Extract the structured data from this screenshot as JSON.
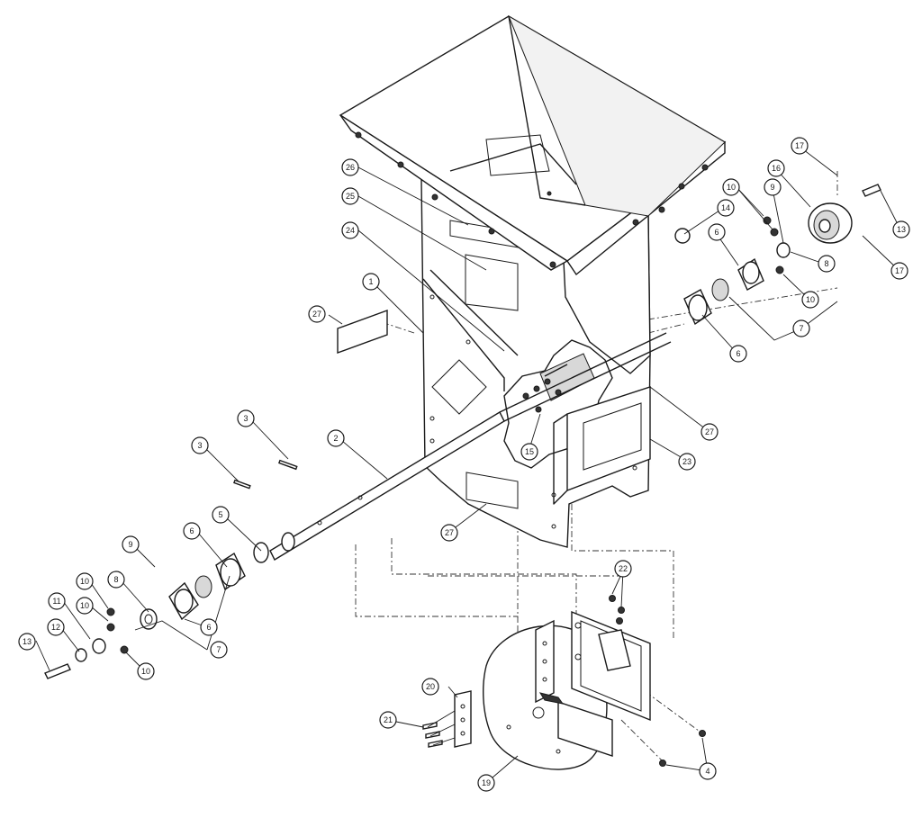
{
  "callouts": [
    {
      "id": "c-1",
      "label": "1"
    },
    {
      "id": "c-2",
      "label": "2"
    },
    {
      "id": "c-3a",
      "label": "3"
    },
    {
      "id": "c-3b",
      "label": "3"
    },
    {
      "id": "c-4",
      "label": "4"
    },
    {
      "id": "c-5",
      "label": "5"
    },
    {
      "id": "c-6a",
      "label": "6"
    },
    {
      "id": "c-6b",
      "label": "6"
    },
    {
      "id": "c-6c",
      "label": "6"
    },
    {
      "id": "c-6d",
      "label": "6"
    },
    {
      "id": "c-7a",
      "label": "7"
    },
    {
      "id": "c-7b",
      "label": "7"
    },
    {
      "id": "c-8a",
      "label": "8"
    },
    {
      "id": "c-8b",
      "label": "8"
    },
    {
      "id": "c-9a",
      "label": "9"
    },
    {
      "id": "c-9b",
      "label": "9"
    },
    {
      "id": "c-10a",
      "label": "10"
    },
    {
      "id": "c-10b",
      "label": "10"
    },
    {
      "id": "c-10c",
      "label": "10"
    },
    {
      "id": "c-10d",
      "label": "10"
    },
    {
      "id": "c-10e",
      "label": "10"
    },
    {
      "id": "c-11",
      "label": "11"
    },
    {
      "id": "c-12",
      "label": "12"
    },
    {
      "id": "c-13a",
      "label": "13"
    },
    {
      "id": "c-13b",
      "label": "13"
    },
    {
      "id": "c-14",
      "label": "14"
    },
    {
      "id": "c-15",
      "label": "15"
    },
    {
      "id": "c-16",
      "label": "16"
    },
    {
      "id": "c-17a",
      "label": "17"
    },
    {
      "id": "c-17b",
      "label": "17"
    },
    {
      "id": "c-19",
      "label": "19"
    },
    {
      "id": "c-20",
      "label": "20"
    },
    {
      "id": "c-21",
      "label": "21"
    },
    {
      "id": "c-22",
      "label": "22"
    },
    {
      "id": "c-23",
      "label": "23"
    },
    {
      "id": "c-24",
      "label": "24"
    },
    {
      "id": "c-25",
      "label": "25"
    },
    {
      "id": "c-26",
      "label": "26"
    },
    {
      "id": "c-27a",
      "label": "27"
    },
    {
      "id": "c-27b",
      "label": "27"
    },
    {
      "id": "c-27c",
      "label": "27"
    }
  ]
}
